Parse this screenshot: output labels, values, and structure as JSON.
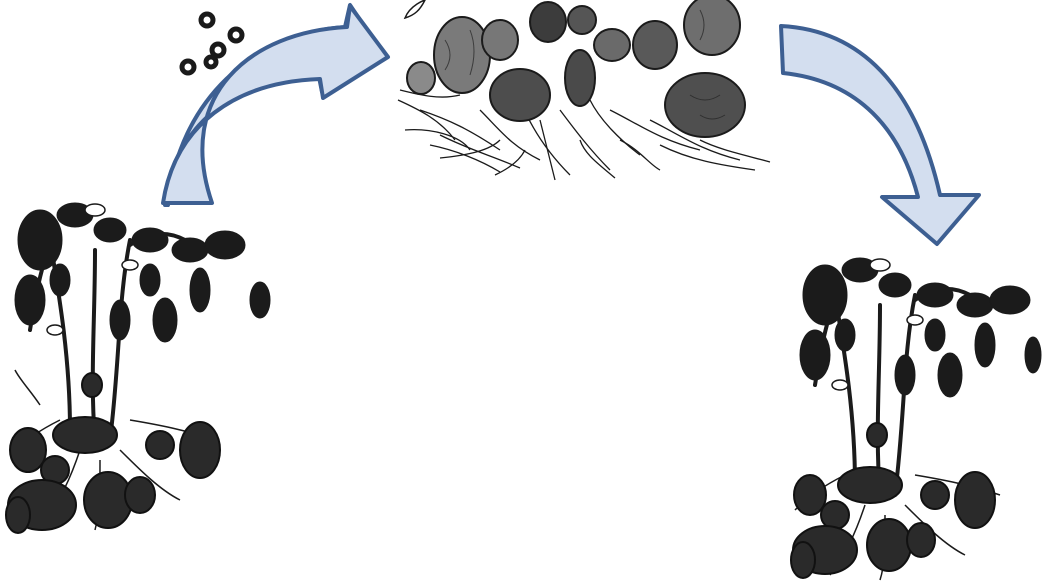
{
  "diagram": {
    "kind": "potato-propagation-cycle",
    "stages": [
      {
        "id": "parent-plant",
        "icon": "potato-plant-with-tubers-icon"
      },
      {
        "id": "harvested-tubers",
        "icon": "potato-tubers-with-roots-icon"
      },
      {
        "id": "offspring-plant",
        "icon": "potato-plant-with-tubers-icon"
      }
    ],
    "markers": {
      "dots_count": 5,
      "dot_color": "#1a1a1a"
    },
    "colors": {
      "arrow_fill": "#d3deef",
      "arrow_stroke": "#3d5f92",
      "ink": "#1b1b1b",
      "tuber": "#2a2a2a",
      "tuber_light": "#6b6b6b",
      "background": "#ffffff"
    }
  }
}
